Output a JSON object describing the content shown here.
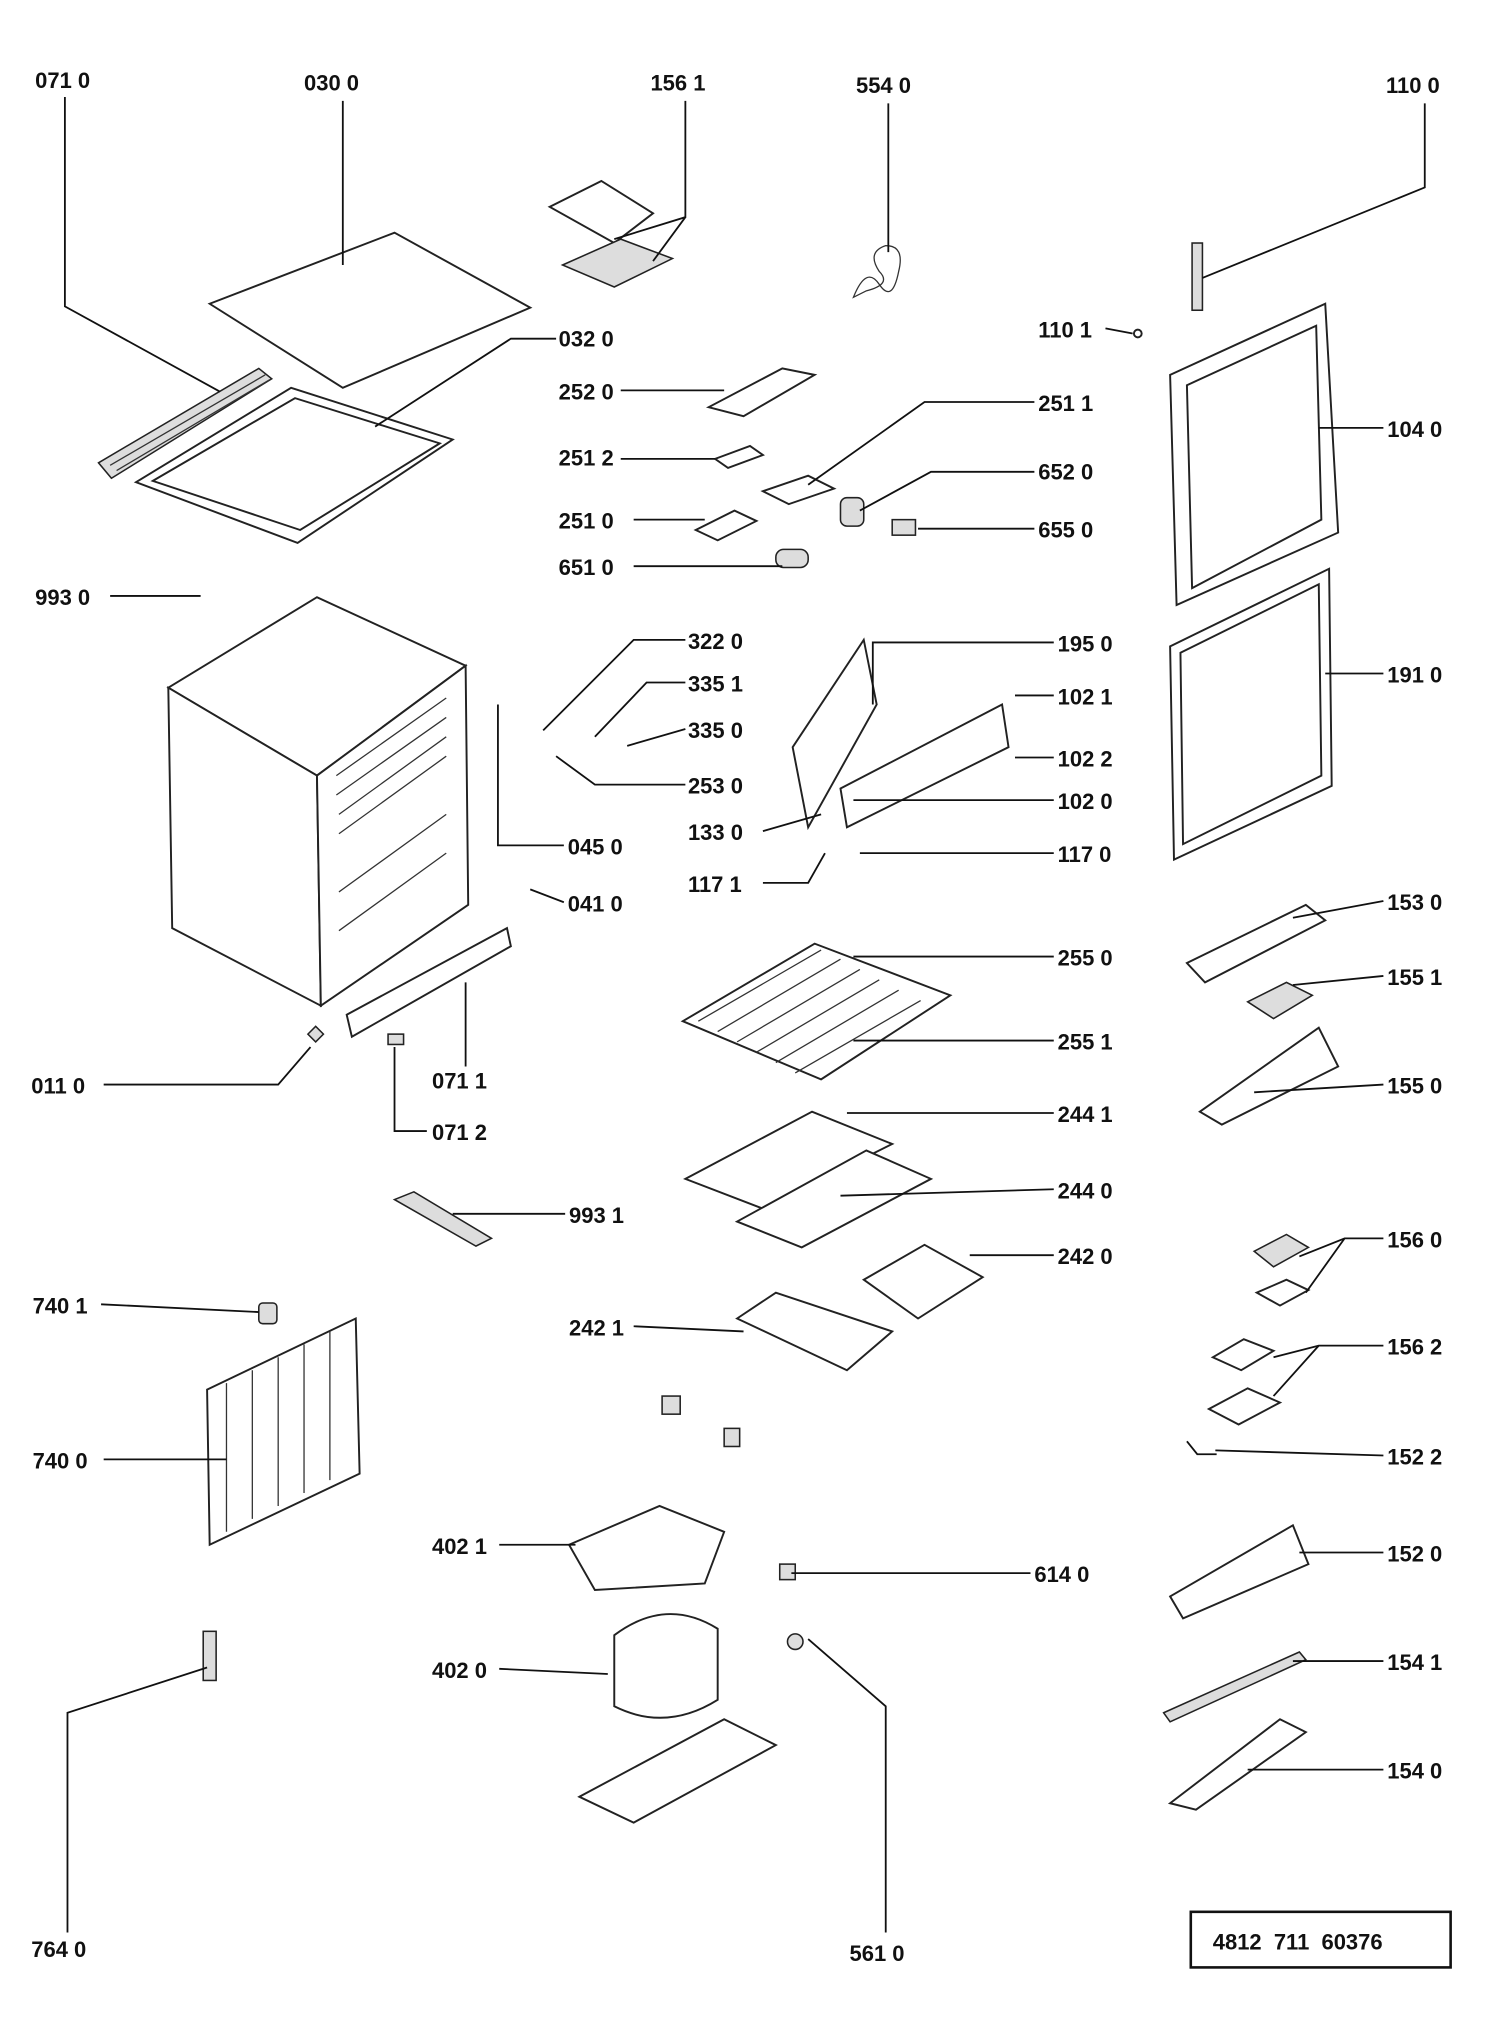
{
  "diagram": {
    "reference_number": "4812  711  60376",
    "part_labels": {
      "p0710": "071 0",
      "p0300": "030 0",
      "p1561": "156 1",
      "p5540": "554 0",
      "p1100": "110 0",
      "p0320": "032 0",
      "p1101": "110 1",
      "p2520": "252 0",
      "p2511": "251 1",
      "p1040": "104 0",
      "p2512": "251 2",
      "p6520": "652 0",
      "p2510": "251 0",
      "p6550": "655 0",
      "p6510": "651 0",
      "p9930": "993 0",
      "p3220": "322 0",
      "p1950": "195 0",
      "p1910": "191 0",
      "p3351": "335 1",
      "p1021": "102 1",
      "p3350": "335 0",
      "p1022": "102 2",
      "p2530": "253 0",
      "p1020": "102 0",
      "p1330": "133 0",
      "p0450": "045 0",
      "p1170": "117 0",
      "p1171": "117 1",
      "p0410": "041 0",
      "p1530": "153 0",
      "p2550": "255 0",
      "p1551": "155 1",
      "p2551": "255 1",
      "p0110": "011 0",
      "p0711": "071 1",
      "p1550": "155 0",
      "p2441": "244 1",
      "p0712": "071 2",
      "p2440": "244 0",
      "p9931": "993 1",
      "p1560": "156 0",
      "p2420": "242 0",
      "p7401": "740 1",
      "p2421": "242 1",
      "p1562": "156 2",
      "p1522": "152 2",
      "p7400": "740 0",
      "p4021": "402 1",
      "p1520": "152 0",
      "p6140": "614 0",
      "p1541": "154 1",
      "p4020": "402 0",
      "p1540": "154 0",
      "p7640": "764 0",
      "p5610": "561 0"
    }
  }
}
